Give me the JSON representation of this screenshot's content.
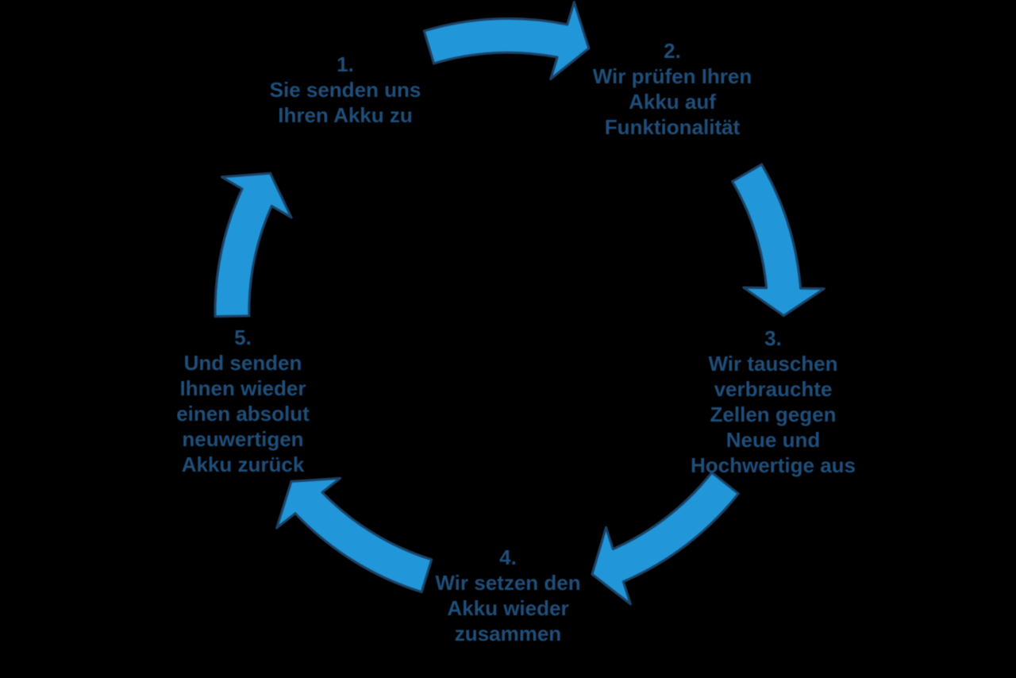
{
  "diagram": {
    "type": "cycle",
    "background_color": "#000000",
    "arrow_fill_color": "#2196d8",
    "arrow_outline_color": "#1d4265",
    "text_color": "#1f4e79",
    "steps": [
      {
        "number": "1.",
        "lines": [
          "Sie senden uns",
          "Ihren Akku zu"
        ]
      },
      {
        "number": "2.",
        "lines": [
          "Wir prüfen Ihren",
          "Akku auf",
          "Funktionalität"
        ]
      },
      {
        "number": "3.",
        "lines": [
          "Wir tauschen",
          "verbrauchte",
          "Zellen gegen",
          "Neue und",
          "Hochwertige aus"
        ]
      },
      {
        "number": "4.",
        "lines": [
          "Wir setzen den",
          "Akku wieder",
          "zusammen"
        ]
      },
      {
        "number": "5.",
        "lines": [
          "Und senden",
          "Ihnen wieder",
          "einen absolut",
          "neuwertigen",
          "Akku zurück"
        ]
      }
    ]
  }
}
